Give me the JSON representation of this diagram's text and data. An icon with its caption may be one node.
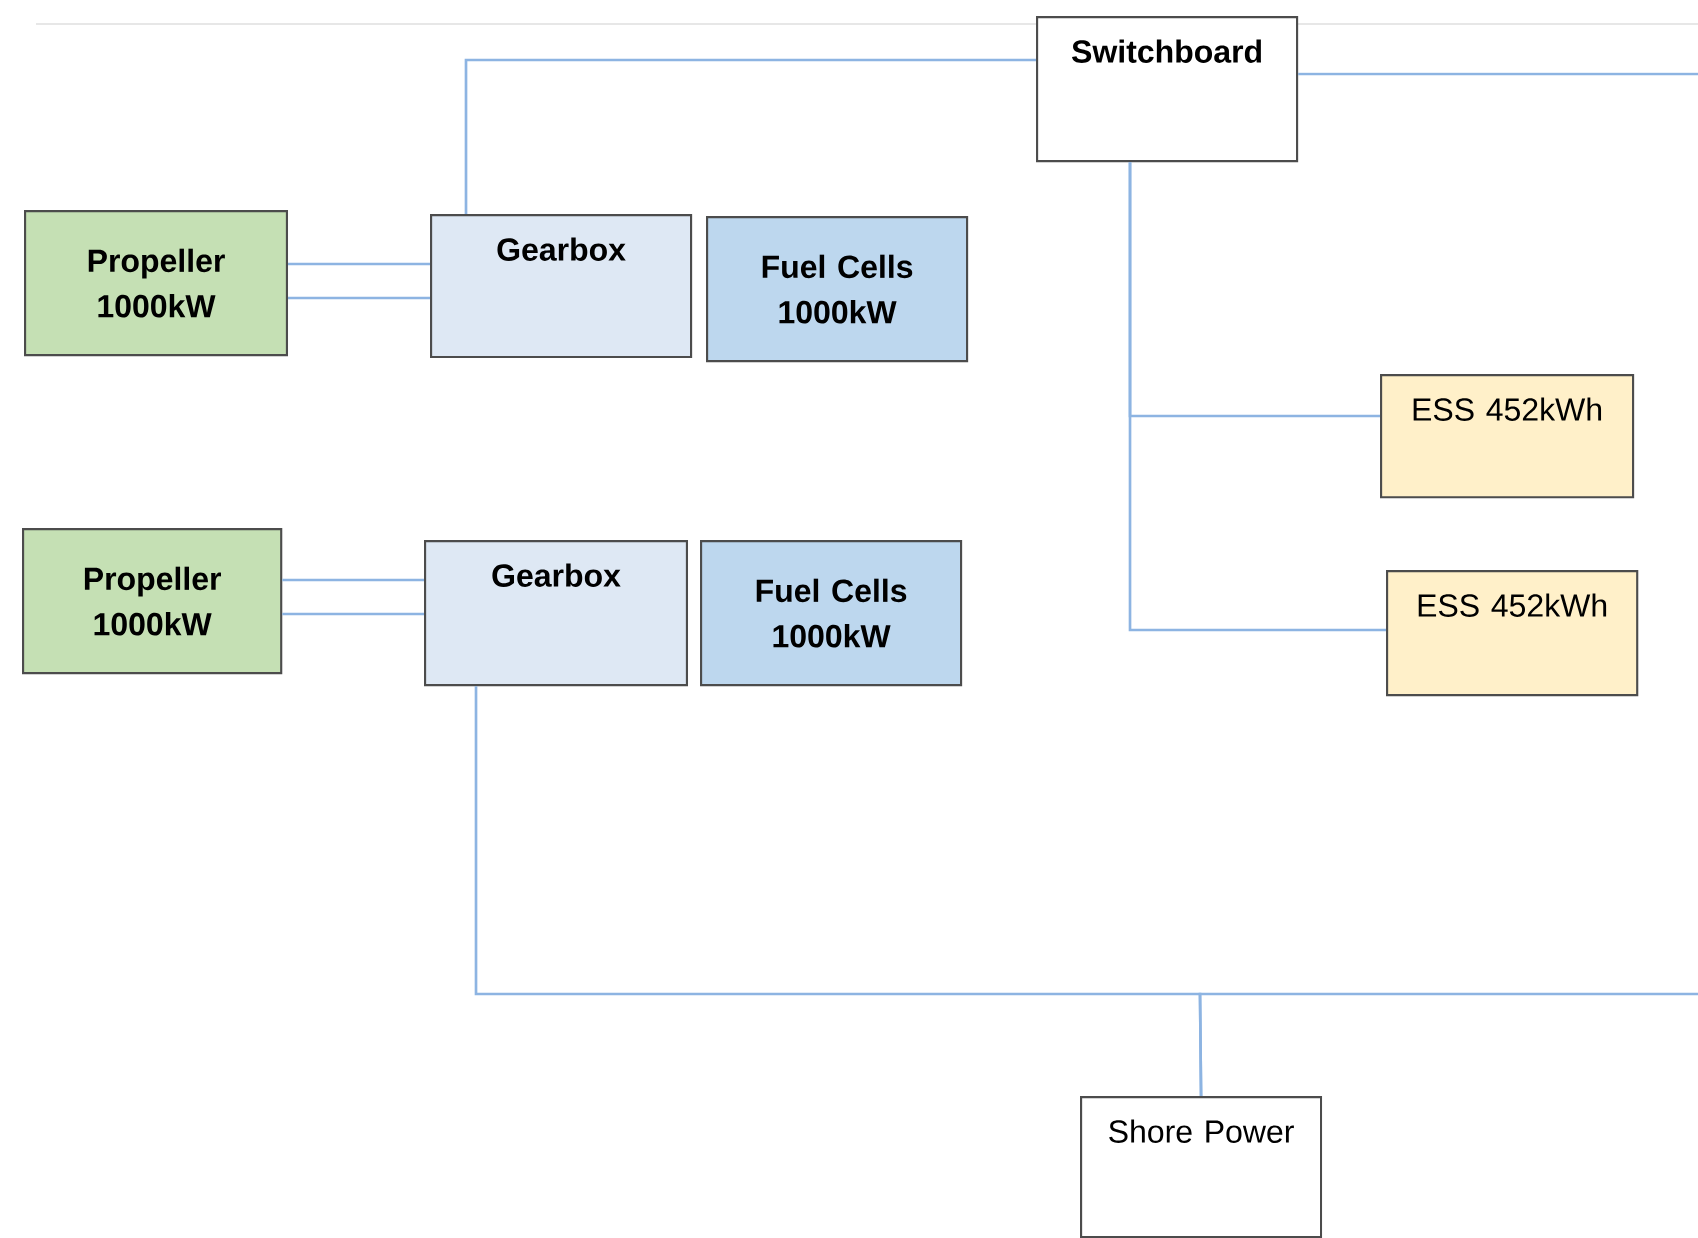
{
  "diagram": {
    "nodes": [
      {
        "text": [
          "Propeller 1000kW"
        ]
      },
      {
        "text": [
          "Gearbox"
        ]
      },
      {
        "text": [
          "Fuel Cells 1000kW"
        ]
      },
      {
        "text": [
          "Propeller 1000kW"
        ]
      },
      {
        "text": [
          "Gearbox"
        ]
      },
      {
        "text": [
          "Fuel Cells 1000kW"
        ]
      },
      {
        "text": [
          "Switchboard"
        ]
      },
      {
        "text": [
          "ESS 452kWh"
        ]
      },
      {
        "text": [
          "ESS 452kWh"
        ]
      },
      {
        "text": [
          "Shore Power"
        ]
      }
    ],
    "edges": [
      {
        "from": 0,
        "to": 1,
        "arrow": "none"
      },
      {
        "from": 0,
        "to": 1,
        "arrow": "none"
      },
      {
        "from": 3,
        "to": 4,
        "arrow": "none"
      },
      {
        "from": 3,
        "to": 4,
        "arrow": "none"
      },
      {
        "from": 1,
        "to": 6,
        "arrow": "none"
      },
      {
        "from": 6,
        "to": null,
        "arrow": "none"
      },
      {
        "from": 6,
        "to": 7,
        "arrow": "none"
      },
      {
        "from": 6,
        "to": 8,
        "arrow": "none"
      },
      {
        "from": 4,
        "to": 9,
        "arrow": "none"
      },
      {
        "from": 9,
        "to": null,
        "arrow": "none"
      }
    ]
  }
}
